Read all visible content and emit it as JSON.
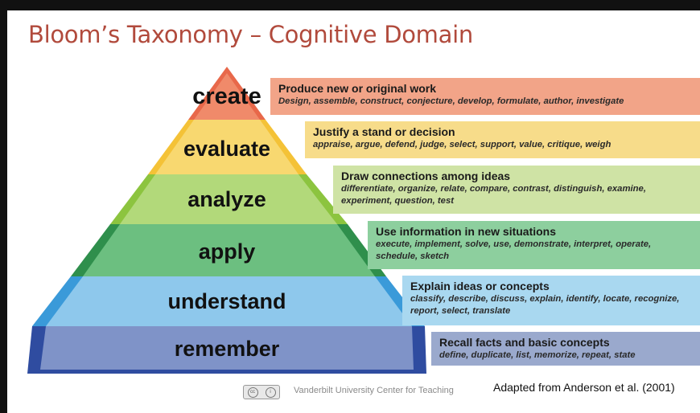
{
  "title": "Bloom’s Taxonomy – Cognitive Domain",
  "colors": {
    "title": "#b14a3c",
    "create": "#f2a488",
    "evaluate": "#f7dc8a",
    "analyze": "#cfe3a5",
    "apply": "#8dcf9e",
    "understand": "#a9d8f0",
    "remember": "#9aa9cd"
  },
  "levels": [
    {
      "word": "create",
      "heading": "Produce new or original work",
      "verbs": "Design, assemble, construct, conjecture, develop, formulate, author, investigate"
    },
    {
      "word": "evaluate",
      "heading": "Justify a stand or decision",
      "verbs": "appraise, argue, defend, judge, select, support, value, critique, weigh"
    },
    {
      "word": "analyze",
      "heading": "Draw connections among ideas",
      "verbs": "differentiate, organize, relate, compare, contrast, distinguish, examine, experiment, question, test"
    },
    {
      "word": "apply",
      "heading": "Use information in new situations",
      "verbs": "execute, implement, solve, use, demonstrate, interpret, operate, schedule, sketch"
    },
    {
      "word": "understand",
      "heading": "Explain ideas or concepts",
      "verbs": "classify, describe, discuss, explain, identify, locate, recognize, report, select, translate"
    },
    {
      "word": "remember",
      "heading": "Recall facts and basic concepts",
      "verbs": "define, duplicate, list, memorize, repeat, state"
    }
  ],
  "footer": {
    "license_icon": "creative-commons-icon",
    "organization": "Vanderbilt University Center for Teaching",
    "citation": "Adapted from Anderson et al. (2001)"
  }
}
